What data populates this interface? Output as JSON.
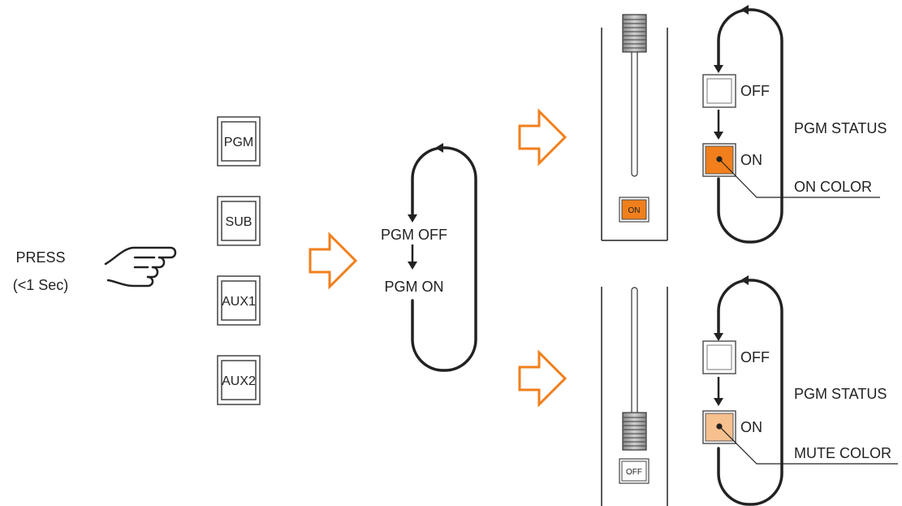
{
  "left": {
    "press_label": "PRESS",
    "duration_label": "(<1 Sec)",
    "hand_icon": "pointing-hand-icon"
  },
  "bus_buttons": [
    {
      "label": "PGM"
    },
    {
      "label": "SUB"
    },
    {
      "label": "AUX1"
    },
    {
      "label": "AUX2"
    }
  ],
  "toggle_cycle": {
    "off_label": "PGM OFF",
    "on_label": "PGM ON"
  },
  "fader_top": {
    "button_label": "ON",
    "button_color": "#f07f1c"
  },
  "fader_bottom": {
    "button_label": "OFF",
    "button_color": "#ffffff"
  },
  "status_top": {
    "off_label": "OFF",
    "on_label": "ON",
    "status_title": "PGM STATUS",
    "callout_label": "ON COLOR",
    "on_color": "#f07f1c"
  },
  "status_bottom": {
    "off_label": "OFF",
    "on_label": "ON",
    "status_title": "PGM STATUS",
    "callout_label": "MUTE COLOR",
    "on_color": "#f7c08f"
  },
  "colors": {
    "arrow_orange": "#f07f1c",
    "line_dark": "#222222"
  }
}
